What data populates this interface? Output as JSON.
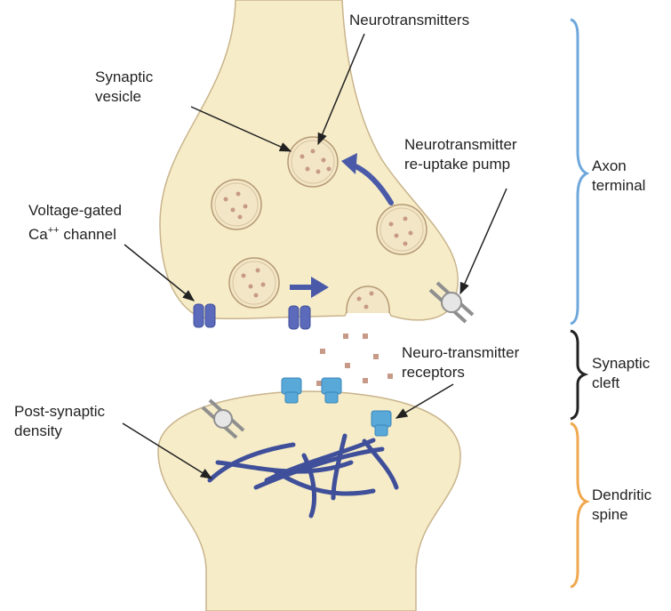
{
  "colors": {
    "cell_fill": "#f6ecc8",
    "cell_stroke": "#c9b48c",
    "vesicle_fill": "#f3e6c6",
    "vesicle_stroke": "#b59a74",
    "transmitter_dot": "#c79a88",
    "arrow_blue": "#4a5aa8",
    "channel_blue": "#5b6aba",
    "receptor_blue": "#58a8d8",
    "density_blue": "#3f4f9a",
    "pump_gray": "#bfbfbf",
    "axon_bracket": "#6fa8dc",
    "cleft_bracket": "#222222",
    "spine_bracket": "#f0a850"
  },
  "labels": {
    "neurotransmitters": "Neurotransmitters",
    "synaptic_vesicle": "Synaptic\nvesicle",
    "reuptake_pump": "Neurotransmitter\nre-uptake pump",
    "voltage_gated_line1": "Voltage-gated",
    "voltage_gated_ca": "Ca",
    "voltage_gated_sup": "++",
    "voltage_gated_channel": " channel",
    "neuro_receptors": "Neuro-transmitter\nreceptors",
    "post_synaptic": "Post-synaptic\ndensity",
    "axon_terminal": "Axon\nterminal",
    "synaptic_cleft": "Synaptic\ncleft",
    "dendritic_spine": "Dendritic\nspine"
  },
  "icons": [
    "voltage-gated-channel-icon",
    "reuptake-pump-icon",
    "receptor-icon",
    "flow-arrow-icon"
  ]
}
